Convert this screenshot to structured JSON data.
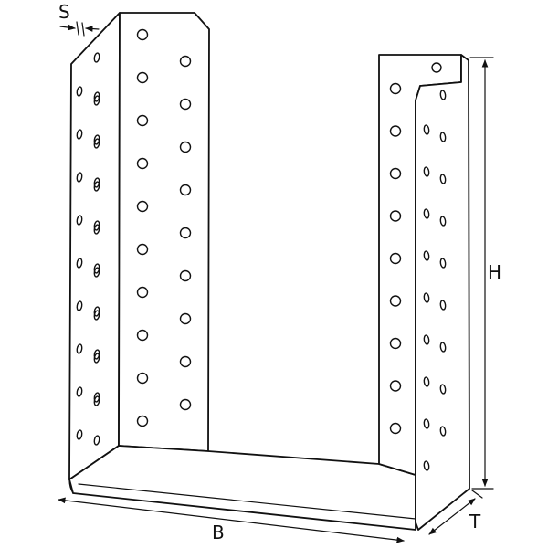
{
  "dimensions": {
    "S": "S",
    "B": "B",
    "H": "H",
    "T": "T"
  }
}
